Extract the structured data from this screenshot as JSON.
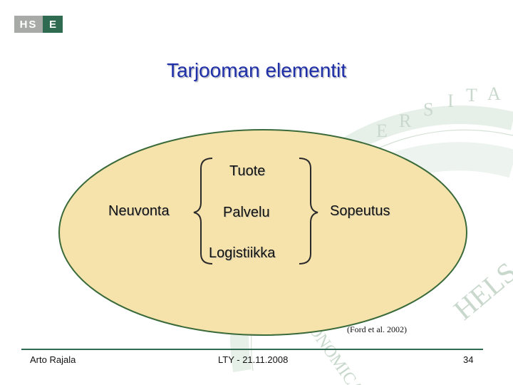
{
  "logo": {
    "text_left": "HS",
    "text_right": "E"
  },
  "title": "Tarjooman elementit",
  "watermark": {
    "letters": [
      "E",
      "R",
      "S",
      "I",
      "T",
      "A"
    ],
    "upper": "HELS",
    "lower": "OECONOMICA"
  },
  "diagram": {
    "top": "Tuote",
    "left": "Neuvonta",
    "middle": "Palvelu",
    "right": "Sopeutus",
    "bottom": "Logistiikka",
    "ellipse_fill": "#f6e3ac",
    "ellipse_stroke": "#3a6a3a"
  },
  "citation": "(Ford et al. 2002)",
  "footer": {
    "author": "Arto Rajala",
    "center": "LTY - 21.11.2008",
    "page": "34"
  },
  "colors": {
    "title": "#1f2fa8",
    "brand_green": "#2f6b50",
    "logo_gray": "#a7aaa6",
    "watermark": "#c9d8cc"
  }
}
